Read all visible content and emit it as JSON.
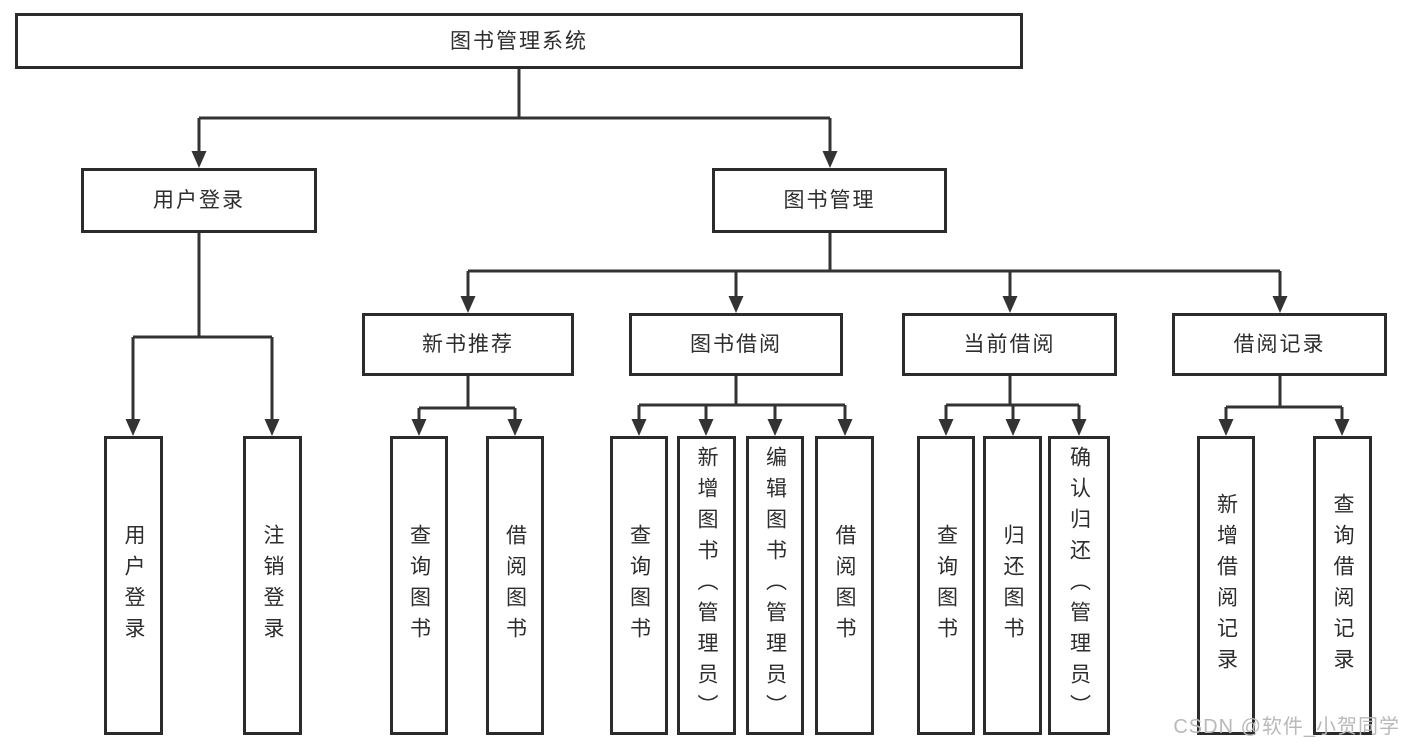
{
  "colors": {
    "line": "#333333",
    "border": "#2b2b2b",
    "text": "#2d2d2d",
    "watermark": "#b9b9b9",
    "bg": "#ffffff"
  },
  "watermark": {
    "text": "CSDN @软件_小贺同学"
  },
  "tree": {
    "root": {
      "label": "图书管理系统"
    },
    "branches": [
      {
        "label": "用户登录",
        "children": [
          {
            "label": "用户登录"
          },
          {
            "label": "注销登录"
          }
        ]
      },
      {
        "label": "图书管理",
        "children": [
          {
            "label": "新书推荐",
            "children": [
              {
                "label": "查询图书"
              },
              {
                "label": "借阅图书"
              }
            ]
          },
          {
            "label": "图书借阅",
            "children": [
              {
                "label": "查询图书"
              },
              {
                "label": "新增图书（管理员）"
              },
              {
                "label": "编辑图书（管理员）"
              },
              {
                "label": "借阅图书"
              }
            ]
          },
          {
            "label": "当前借阅",
            "children": [
              {
                "label": "查询图书"
              },
              {
                "label": "归还图书"
              },
              {
                "label": "确认归还（管理员）"
              }
            ]
          },
          {
            "label": "借阅记录",
            "children": [
              {
                "label": "新增借阅记录"
              },
              {
                "label": "查询借阅记录"
              }
            ]
          }
        ]
      }
    ]
  }
}
